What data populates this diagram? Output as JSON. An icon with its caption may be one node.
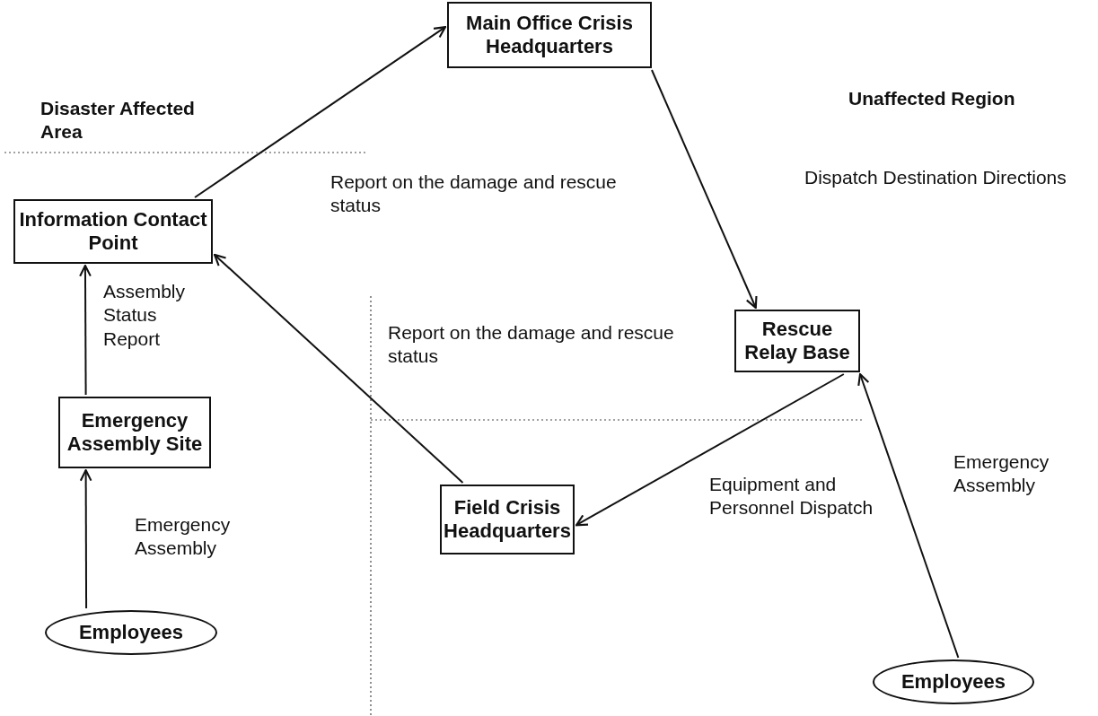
{
  "diagram": {
    "nodes": [
      {
        "text": [
          "Main Office Crisis Headquarters"
        ]
      },
      {
        "text": [
          "Information Contact Point"
        ]
      },
      {
        "text": [
          "Rescue Relay Base"
        ]
      },
      {
        "text": [
          "Emergency Assembly Site"
        ]
      },
      {
        "text": [
          "Field Crisis Headquarters"
        ]
      },
      {
        "text": [
          "Employees"
        ]
      },
      {
        "text": [
          "Employees"
        ]
      }
    ],
    "edges": [
      {
        "from": 1,
        "to": 0,
        "arrow": "to",
        "label": "Report on the damage and rescue status"
      },
      {
        "from": 0,
        "to": 2,
        "arrow": "to",
        "label": "Dispatch Destination Directions"
      },
      {
        "from": 2,
        "to": 4,
        "arrow": "to",
        "label": "Equipment and Personnel Dispatch"
      },
      {
        "from": 4,
        "to": 1,
        "arrow": "to",
        "label": "Report on the damage and rescue status"
      },
      {
        "from": 3,
        "to": 1,
        "arrow": "to",
        "label": "Assembly Status Report"
      },
      {
        "from": 5,
        "to": 3,
        "arrow": "to",
        "label": "Emergency Assembly"
      },
      {
        "from": 6,
        "to": 2,
        "arrow": "to",
        "label": "Emergency Assembly"
      }
    ],
    "labels": [
      "Disaster Affected Area",
      "Unaffected Region"
    ]
  }
}
